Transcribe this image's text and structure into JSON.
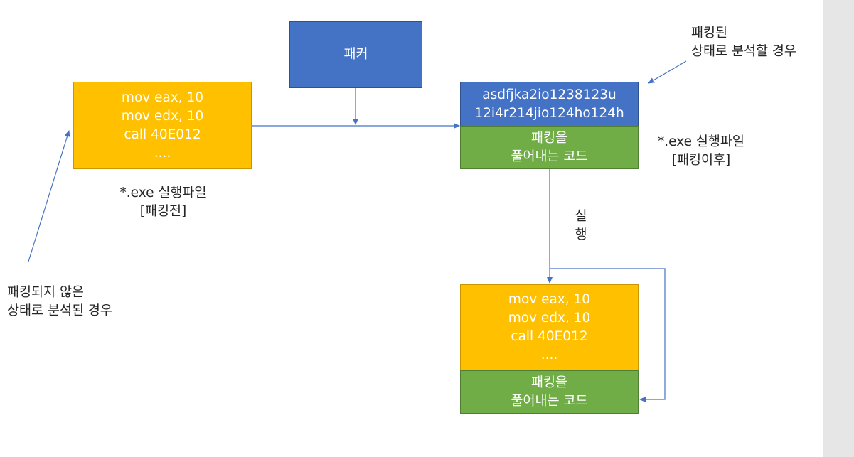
{
  "packer_label": "패커",
  "original_exe": {
    "code_lines": [
      "mov eax, 10",
      "mov edx, 10",
      "call 40E012",
      "...."
    ],
    "caption_lines": [
      "*.exe 실행파일",
      "[패킹전]"
    ]
  },
  "packed_exe": {
    "data_lines": [
      "asdfjka2io1238123u",
      "12i4r214jio124ho124h"
    ],
    "unpack_lines": [
      "패킹을",
      "풀어내는 코드"
    ],
    "caption_lines": [
      "*.exe 실행파일",
      "[패킹이후]"
    ]
  },
  "unpacked_exe": {
    "code_lines": [
      "mov eax, 10",
      "mov edx, 10",
      "call 40E012",
      "...."
    ],
    "unpack_lines": [
      "패킹을",
      "풀어내는 코드"
    ]
  },
  "run_label_lines": [
    "실",
    "행"
  ],
  "note_packed_lines": [
    "패킹된",
    "상태로 분석할 경우"
  ],
  "note_unpacked_lines": [
    "패킹되지 않은",
    "상태로 분석된 경우"
  ],
  "colors": {
    "orange": "#ffc000",
    "blue": "#4472c4",
    "green": "#70ad47",
    "arrow": "#4472c4"
  }
}
